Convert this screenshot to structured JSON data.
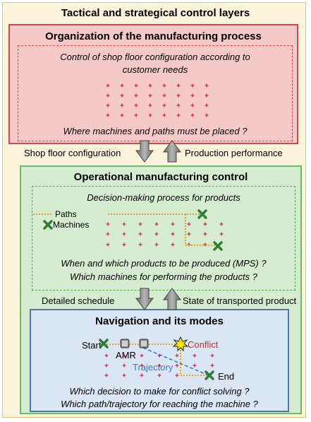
{
  "title": "Tactical and strategical control layers",
  "organization": {
    "heading": "Organization of the manufacturing process",
    "line1": "Control of shop floor configuration according to",
    "line2": "customer needs",
    "question_a": "Where machines",
    "question_b": " and paths must be placed ?"
  },
  "links_top": {
    "left": "Shop floor configuration",
    "right": "Production performance"
  },
  "operational": {
    "heading": "Operational manufacturing control",
    "subheading": "Decision-making process for products",
    "legend_paths": "Paths",
    "legend_machines": "Machines",
    "question1": "When and which products to  be produced (MPS) ?",
    "question2_a": "Which machines",
    "question2_b": " for performing the products ?"
  },
  "links_bottom": {
    "left": "Detailed schedule",
    "right": "State of transported product"
  },
  "navigation": {
    "heading": "Navigation and its modes",
    "start": "Start",
    "amr": "AMR",
    "conflict": "Conflict",
    "trajectory": "Trajectory",
    "end": "End",
    "question1": "Which decision to make for conflict solving ?",
    "question2": "Which path/trajectory for reaching the machine ?"
  },
  "colors": {
    "outer_fill": "#fbf3da",
    "red_layer": "#f6c9c9",
    "green_layer": "#d6ecd0",
    "blue_layer": "#dbe6f5",
    "marker_red": "#c8102e",
    "path_orange": "#e8a21e",
    "machine_green": "#2e7d32"
  },
  "icons": [
    "plus-marker-icon",
    "machine-x-icon",
    "amr-robot-icon",
    "conflict-burst-icon",
    "arrow-down-icon",
    "arrow-up-icon"
  ]
}
